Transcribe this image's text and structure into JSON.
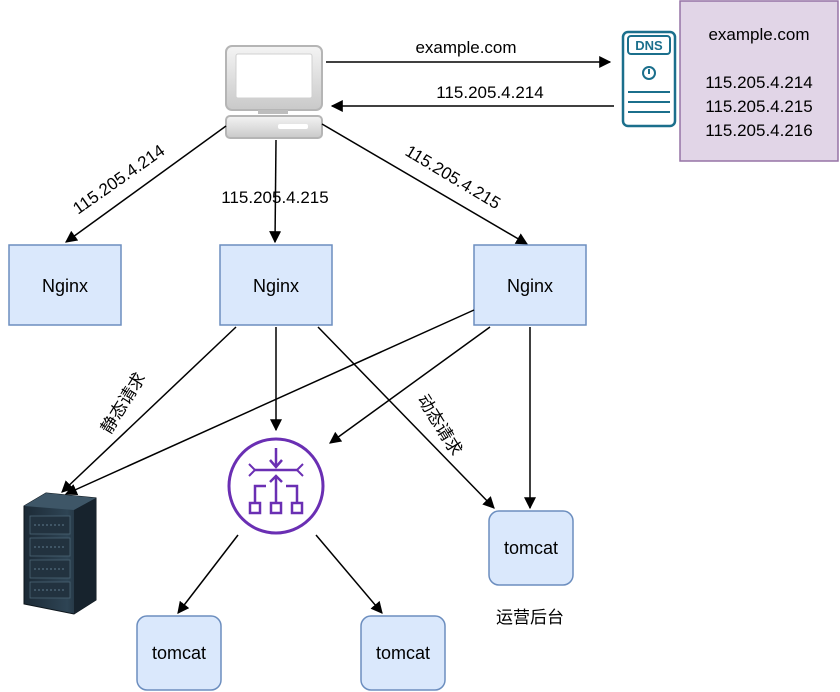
{
  "client": {
    "icon": "desktop-computer-icon"
  },
  "dns": {
    "badge": "DNS",
    "icon": "dns-server-icon",
    "record_domain": "example.com",
    "record_ips": [
      "115.205.4.214",
      "115.205.4.215",
      "115.205.4.216"
    ]
  },
  "edges": {
    "query": "example.com",
    "reply": "115.205.4.214",
    "to_nginx_1": "115.205.4.214",
    "to_nginx_2": "115.205.4.215",
    "to_nginx_3": "115.205.4.215",
    "static_request": "静态请求",
    "dynamic_request": "动态请求"
  },
  "nginx": [
    "Nginx",
    "Nginx",
    "Nginx"
  ],
  "tomcat": [
    "tomcat",
    "tomcat",
    "tomcat"
  ],
  "admin_label": "运营后台",
  "load_balancer": {
    "icon": "load-balancer-icon"
  },
  "static_server": {
    "icon": "server-rack-icon"
  },
  "colors": {
    "box_fill": "#dae8fc",
    "box_stroke": "#6c8ebf",
    "dns_panel_fill": "#e1d5e7",
    "dns_panel_stroke": "#9673a6",
    "dns_icon": "#1b6f8c",
    "lb_purple": "#6a2fb3"
  }
}
